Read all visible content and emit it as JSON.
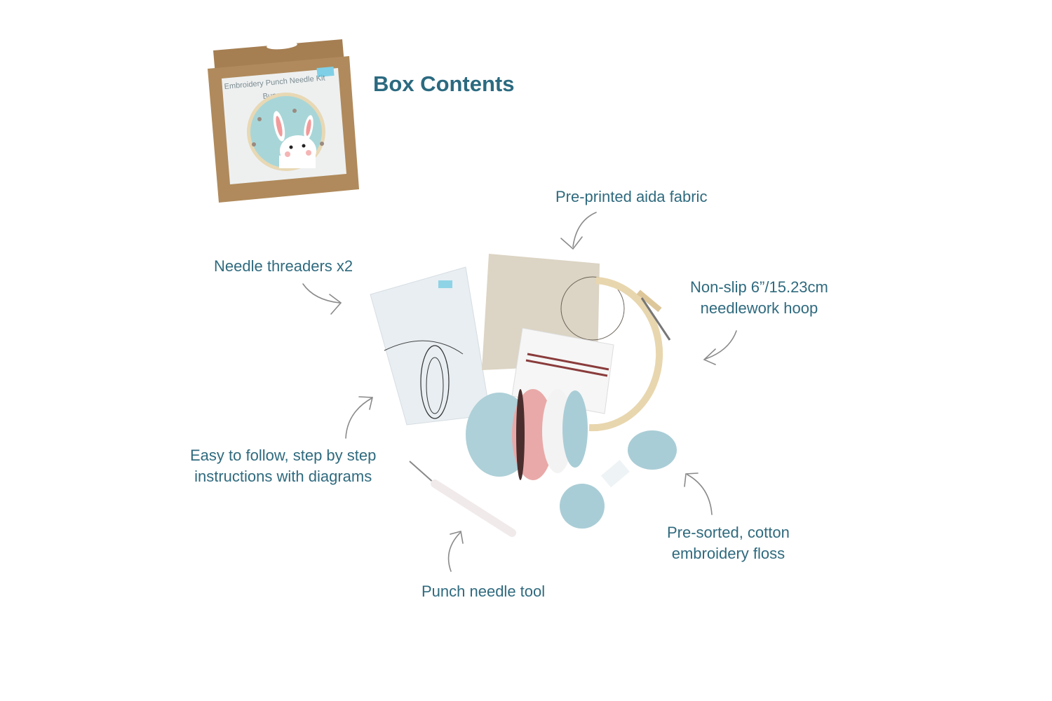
{
  "title": "Box Contents",
  "box": {
    "kit_name": "Embroidery Punch Needle Kit",
    "design": "Bunny"
  },
  "labels": {
    "fabric": "Pre-printed aida fabric",
    "threaders": "Needle threaders x2",
    "hoop_line1": "Non-slip 6”/15.23cm",
    "hoop_line2": "needlework hoop",
    "instructions_line1": "Easy to follow, step by step",
    "instructions_line2": "instructions with diagrams",
    "floss_line1": "Pre-sorted, cotton",
    "floss_line2": "embroidery floss",
    "tool": "Punch needle tool"
  },
  "colors": {
    "text": "#2f6a7e",
    "arrow": "#8a8a8a",
    "kraft": "#b08a5c",
    "floss_blue": "#a9cdd6",
    "floss_pink": "#e9a3a3"
  }
}
